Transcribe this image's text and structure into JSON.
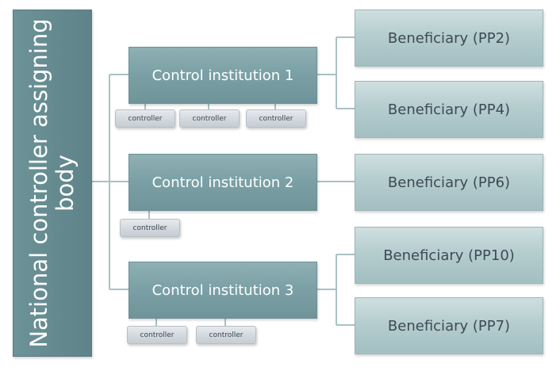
{
  "root": {
    "label": "National controller assigning body"
  },
  "control_institutions": [
    {
      "label": "Control institution 1"
    },
    {
      "label": "Control institution 2"
    },
    {
      "label": "Control institution 3"
    }
  ],
  "beneficiaries": [
    {
      "label": "Beneficiary (PP2)"
    },
    {
      "label": "Beneficiary (PP4)"
    },
    {
      "label": "Beneficiary (PP6)"
    },
    {
      "label": "Beneficiary (PP10)"
    },
    {
      "label": "Beneficiary (PP7)"
    }
  ],
  "controllers": {
    "ci1": [
      "controller",
      "controller",
      "controller"
    ],
    "ci2": [
      "controller"
    ],
    "ci3": [
      "controller",
      "controller"
    ]
  },
  "colors": {
    "root_fill": "#5e8389",
    "control_institution_fill": "#7ba1a6",
    "beneficiary_fill": "#b5cdcf",
    "controller_fill": "#d4dadf",
    "connector": "#a9c2c5"
  }
}
